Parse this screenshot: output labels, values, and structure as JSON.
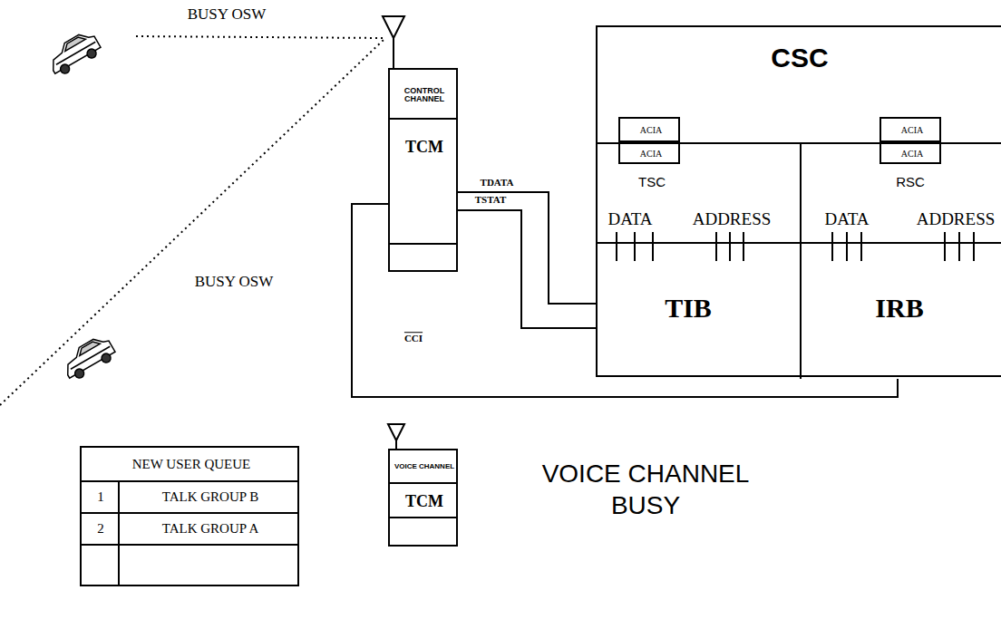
{
  "diagram": {
    "nodes": [
      {
        "text": [
          "CONTROL CHANNEL",
          "TCM"
        ]
      },
      {
        "text": [
          "CSC"
        ]
      },
      {
        "text": [
          "ACIA",
          "ACIA"
        ],
        "in": 1
      },
      {
        "text": [
          "ACIA",
          "ACIA"
        ],
        "in": 1
      },
      {
        "text": [
          "TSC",
          "DATA",
          "ADDRESS"
        ],
        "in": 1
      },
      {
        "text": [
          "RSC",
          "DATA",
          "ADDRESS"
        ],
        "in": 1
      },
      {
        "text": [
          "TIB"
        ],
        "in": 1
      },
      {
        "text": [
          "IRB"
        ],
        "in": 1
      },
      {
        "text": [
          "VOICE CHANNEL",
          "TCM"
        ]
      },
      {
        "text": [
          "NEW USER QUEUE",
          "1",
          "TALK GROUP B",
          "2",
          "TALK GROUP A"
        ]
      }
    ],
    "edges": [
      {
        "from": 0,
        "to": 6,
        "label": "TDATA",
        "arrow": "none"
      },
      {
        "from": 0,
        "to": 6,
        "label": "TSTAT",
        "arrow": "none"
      },
      {
        "from": 7,
        "to": 0,
        "label": "CCI",
        "arrow": "none"
      }
    ],
    "labels": [
      "BUSY OSW",
      "BUSY OSW",
      "VOICE CHANNEL BUSY"
    ]
  }
}
